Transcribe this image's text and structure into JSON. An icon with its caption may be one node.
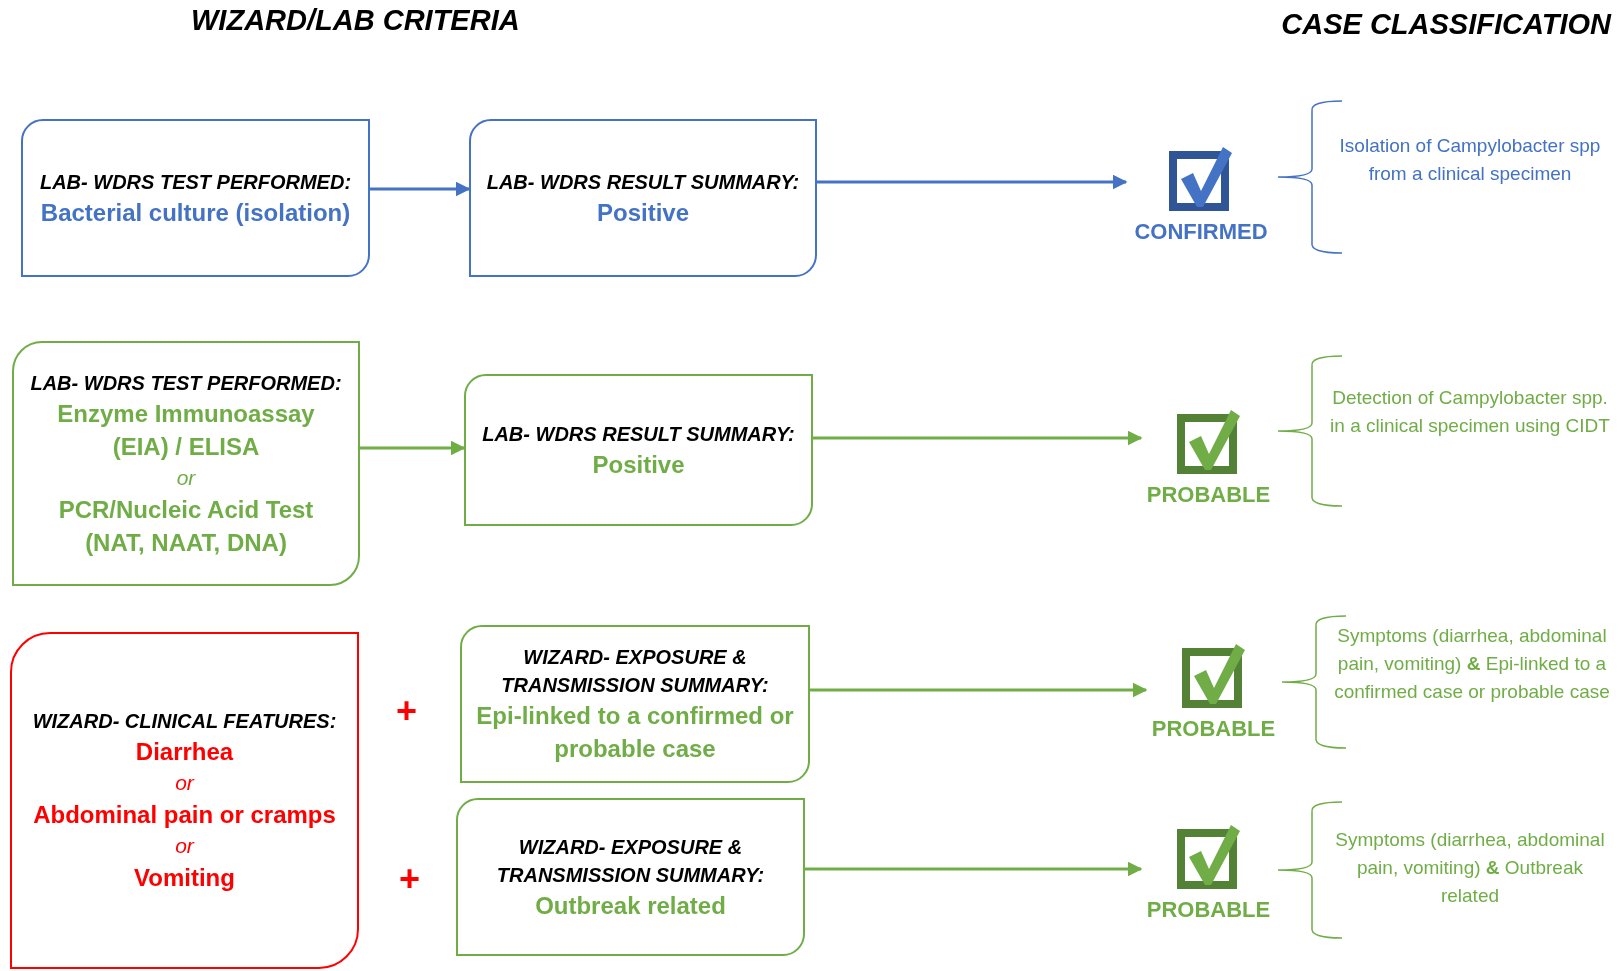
{
  "diagram": {
    "nodes": [
      {
        "text": [
          "LAB- WDRS TEST PERFORMED:",
          "Bacterial culture (isolation)"
        ]
      },
      {
        "text": [
          "LAB- WDRS RESULT SUMMARY:",
          "Positive"
        ]
      },
      {
        "text": [
          "CONFIRMED"
        ]
      },
      {
        "text": [
          "LAB- WDRS TEST PERFORMED:",
          "Enzyme Immunoassay (EIA) / ELISA",
          "or",
          "PCR/Nucleic Acid Test (NAT, NAAT, DNA)"
        ]
      },
      {
        "text": [
          "LAB- WDRS RESULT SUMMARY:",
          "Positive"
        ]
      },
      {
        "text": [
          "PROBABLE"
        ]
      },
      {
        "text": [
          "WIZARD- CLINICAL FEATURES:",
          "Diarrhea",
          "or",
          "Abdominal pain or cramps",
          "or",
          "Vomiting"
        ]
      },
      {
        "text": [
          "WIZARD- EXPOSURE & TRANSMISSION SUMMARY:",
          "Epi-linked to a confirmed or probable case"
        ]
      },
      {
        "text": [
          "PROBABLE"
        ]
      },
      {
        "text": [
          "WIZARD- EXPOSURE & TRANSMISSION SUMMARY:",
          "Outbreak related"
        ]
      },
      {
        "text": [
          "PROBABLE"
        ]
      }
    ],
    "edges": [
      {
        "from": 0,
        "to": 1,
        "arrow": "to",
        "color": "#4472c4"
      },
      {
        "from": 1,
        "to": 2,
        "arrow": "to",
        "color": "#4472c4"
      },
      {
        "from": 3,
        "to": 4,
        "arrow": "to"
      },
      {
        "from": 4,
        "to": 5,
        "arrow": "to"
      },
      {
        "from": 7,
        "to": 8,
        "arrow": "to"
      },
      {
        "from": 9,
        "to": 10,
        "arrow": "to"
      }
    ],
    "labels": [
      "WIZARD/LAB CRITERIA",
      "CASE CLASSIFICATION",
      "Isolation of Campylobacter spp from a clinical specimen",
      "Detection of Campylobacter spp. in a clinical specimen using CIDT",
      "Symptoms (diarrhea, abdominal pain, vomiting) **&** Epi-linked to a confirmed case or probable case",
      "+",
      "Symptoms (diarrhea, abdominal pain, vomiting) **&** Outbreak related",
      "+"
    ]
  }
}
